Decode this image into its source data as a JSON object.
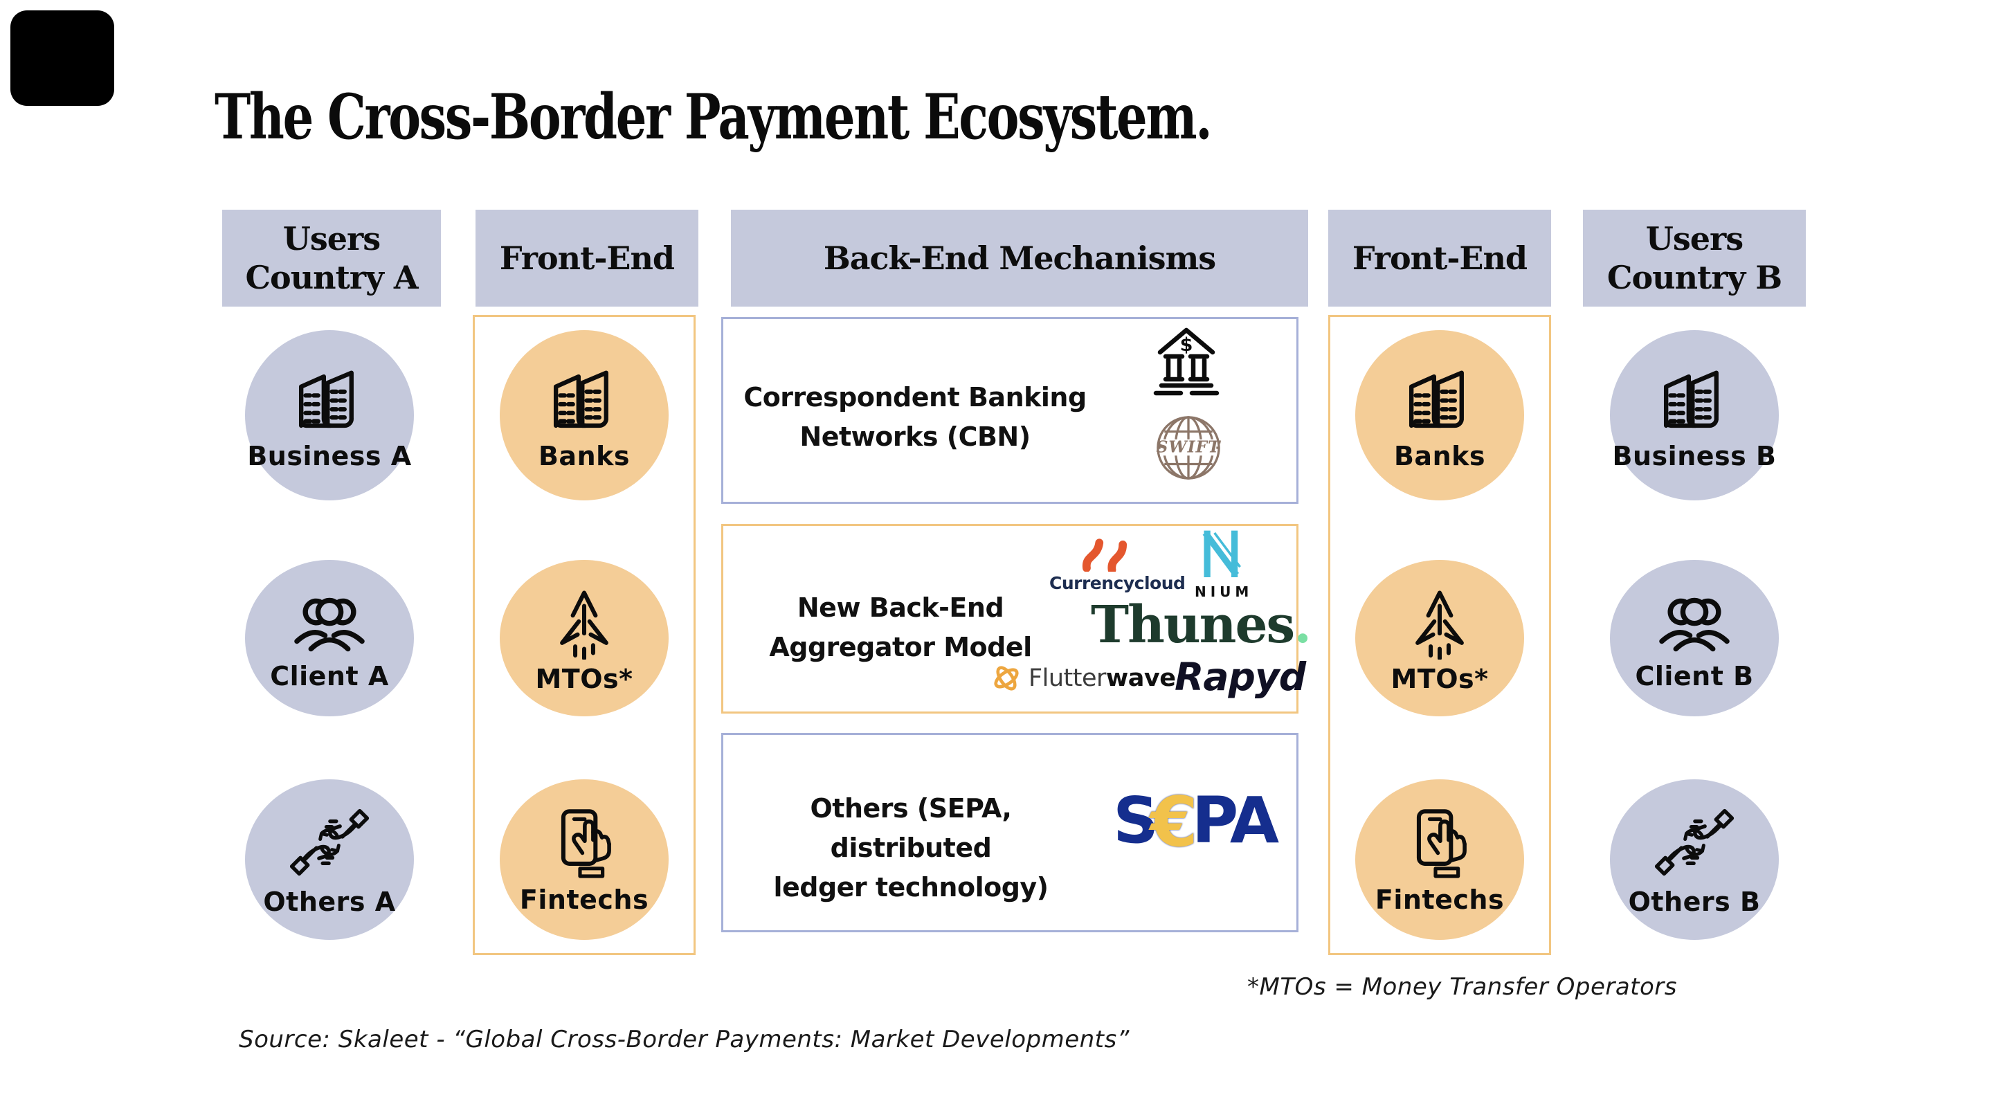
{
  "title": "The Cross-Border Payment Ecosystem.",
  "users_a": {
    "title_line1": "Users",
    "title_line2": "Country A",
    "items": [
      {
        "label": "Business A",
        "icon": "buildings-icon"
      },
      {
        "label": "Client A",
        "icon": "people-icon"
      },
      {
        "label": "Others A",
        "icon": "hands-exchange-icon"
      }
    ]
  },
  "front_end_left": {
    "title": "Front-End",
    "items": [
      {
        "label": "Banks",
        "icon": "buildings-icon"
      },
      {
        "label": "MTOs*",
        "icon": "rocket-arrow-icon"
      },
      {
        "label": "Fintechs",
        "icon": "phone-tap-icon"
      }
    ]
  },
  "back_end": {
    "title": "Back-End Mechanisms",
    "cbn": {
      "line1": "Correspondent Banking",
      "line2": "Networks (CBN)",
      "bank_symbol": "$",
      "swift_logo": "SWIFT"
    },
    "aggregator": {
      "line1": "New Back-End",
      "line2": "Aggregator Model",
      "currencycloud": "Currencycloud",
      "nium": "NIUM",
      "thunes_text": "Thunes",
      "thunes_dot": ".",
      "flutterwave_light": "Flutter",
      "flutterwave_bold": "wave",
      "rapyd": "Rapyd"
    },
    "others": {
      "line1": "Others (SEPA, distributed",
      "line2": "ledger technology)",
      "sepa_s": "S",
      "sepa_euro": "€",
      "sepa_pa": "PA"
    }
  },
  "front_end_right": {
    "title": "Front-End",
    "items": [
      {
        "label": "Banks",
        "icon": "buildings-icon"
      },
      {
        "label": "MTOs*",
        "icon": "rocket-arrow-icon"
      },
      {
        "label": "Fintechs",
        "icon": "phone-tap-icon"
      }
    ]
  },
  "users_b": {
    "title_line1": "Users",
    "title_line2": "Country B",
    "items": [
      {
        "label": "Business B",
        "icon": "buildings-icon"
      },
      {
        "label": "Client B",
        "icon": "people-icon"
      },
      {
        "label": "Others B",
        "icon": "hands-exchange-icon"
      }
    ]
  },
  "footnotes": {
    "mtos_note": "*MTOs = Money Transfer Operators",
    "source": "Source: Skaleet - “Global Cross-Border Payments: Market Developments”"
  },
  "colors": {
    "lavender": "#c5c9dc",
    "periwinkle_border": "#a6b0d8",
    "orange_fill": "#f4cd97",
    "orange_border": "#f2c681",
    "swift_brown": "#8c7668",
    "thunes_green": "#1e3b2d",
    "thunes_dot_mint": "#7adfa3",
    "nium_blue": "#45bcd9",
    "currencycloud_orange": "#e4572e",
    "currencycloud_navy": "#1d2d50",
    "flutterwave_orange": "#eda63f",
    "sepa_navy": "#152e8e",
    "sepa_gold": "#f2c24b"
  }
}
